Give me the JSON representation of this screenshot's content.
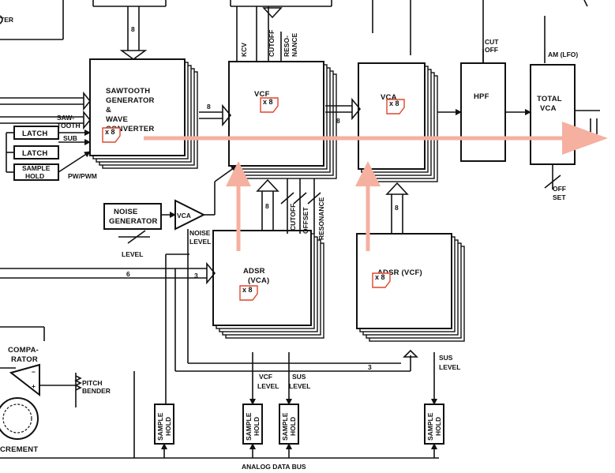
{
  "colors": {
    "ink": "#111111",
    "highlight_arrow": "#f5b0a0",
    "x8_marker": "#e0452c"
  },
  "blocks": {
    "saw": [
      "SAWTOOTH",
      "GENERATOR",
      "&",
      "WAVE",
      "CONVERTER"
    ],
    "vcf": "VCF",
    "vca": "VCA",
    "hpf": "HPF",
    "total_vca": [
      "TOTAL",
      "VCA"
    ],
    "adsr_vca": [
      "ADSR",
      "(VCA)"
    ],
    "adsr_vcf": "ADSR (VCF)",
    "noise": [
      "NOISE",
      "GENERATOR"
    ],
    "vca_small": "VCA",
    "latch1": "LATCH",
    "latch2": "LATCH",
    "sample_hold_left": [
      "SAMPLE",
      "HOLD"
    ],
    "comparator": [
      "COMPA-",
      "RATOR"
    ]
  },
  "multiplier": "x 8",
  "labels": {
    "saw_tooth": [
      "SAW-",
      "TOOTH"
    ],
    "sub": "SUB",
    "pw_pwm": "PW/PWM",
    "kcv": "KCV",
    "cutoff_top": "CUTOFF",
    "resonance_top": [
      "RESO-",
      "NANCE"
    ],
    "cut_off_hpf": [
      "CUT",
      "OFF"
    ],
    "am_lfo": "AM (LFO)",
    "off_set": [
      "OFF",
      "SET"
    ],
    "cutoff_mid": "CUTOFF",
    "offset_mid": "OFFSET",
    "resonance_mid": "RESONANCE",
    "level": "LEVEL",
    "noise_level": [
      "NOISE",
      "LEVEL"
    ],
    "vcf_level": [
      "VCF",
      "LEVEL"
    ],
    "sus_level_left": [
      "SUS",
      "LEVEL"
    ],
    "sus_level_right": [
      "SUS",
      "LEVEL"
    ],
    "pitch_bender": [
      "PITCH",
      "BENDER"
    ],
    "analog_data_bus": "ANALOG DATA BUS",
    "crement": "CREMENT",
    "ter": "TER",
    "plus": "+",
    "minus": "−"
  },
  "sample_hold": [
    "SAMPLE",
    "HOLD"
  ],
  "bus_widths": {
    "top_saw": "8",
    "saw_vcf": "8",
    "vcf_vca": "8",
    "adsr_vca_up": "8",
    "adsr_vcf_up": "8",
    "six": "6",
    "three_a": "3",
    "three_b": "3"
  }
}
